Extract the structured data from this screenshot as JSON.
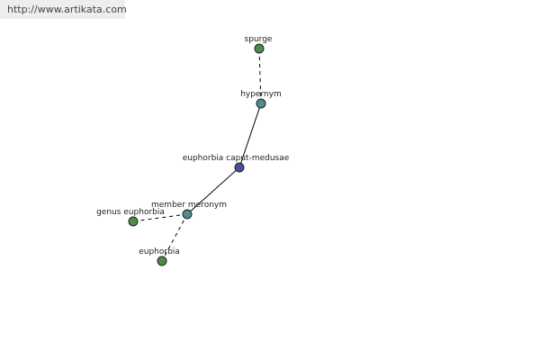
{
  "header": {
    "url": "http://www.artikata.com"
  },
  "colors": {
    "center": "#4a4f9c",
    "relation": "#4f8c8c",
    "leaf": "#4f8a4f"
  },
  "graph": {
    "nodes": [
      {
        "id": "spurge",
        "label": "spurge",
        "kind": "leaf"
      },
      {
        "id": "hypernym",
        "label": "hypernym",
        "kind": "relation"
      },
      {
        "id": "center",
        "label": "euphorbia caput-medusae",
        "kind": "center"
      },
      {
        "id": "member_meronym",
        "label": "member meronym",
        "kind": "relation"
      },
      {
        "id": "genus_euphorbia",
        "label": "genus euphorbia",
        "kind": "leaf"
      },
      {
        "id": "euphorbia",
        "label": "euphorbia",
        "kind": "leaf"
      }
    ],
    "edges": [
      {
        "from": "center",
        "to": "hypernym",
        "style": "solid"
      },
      {
        "from": "hypernym",
        "to": "spurge",
        "style": "dashed"
      },
      {
        "from": "center",
        "to": "member_meronym",
        "style": "solid"
      },
      {
        "from": "member_meronym",
        "to": "genus_euphorbia",
        "style": "dashed"
      },
      {
        "from": "member_meronym",
        "to": "euphorbia",
        "style": "dashed"
      }
    ]
  }
}
